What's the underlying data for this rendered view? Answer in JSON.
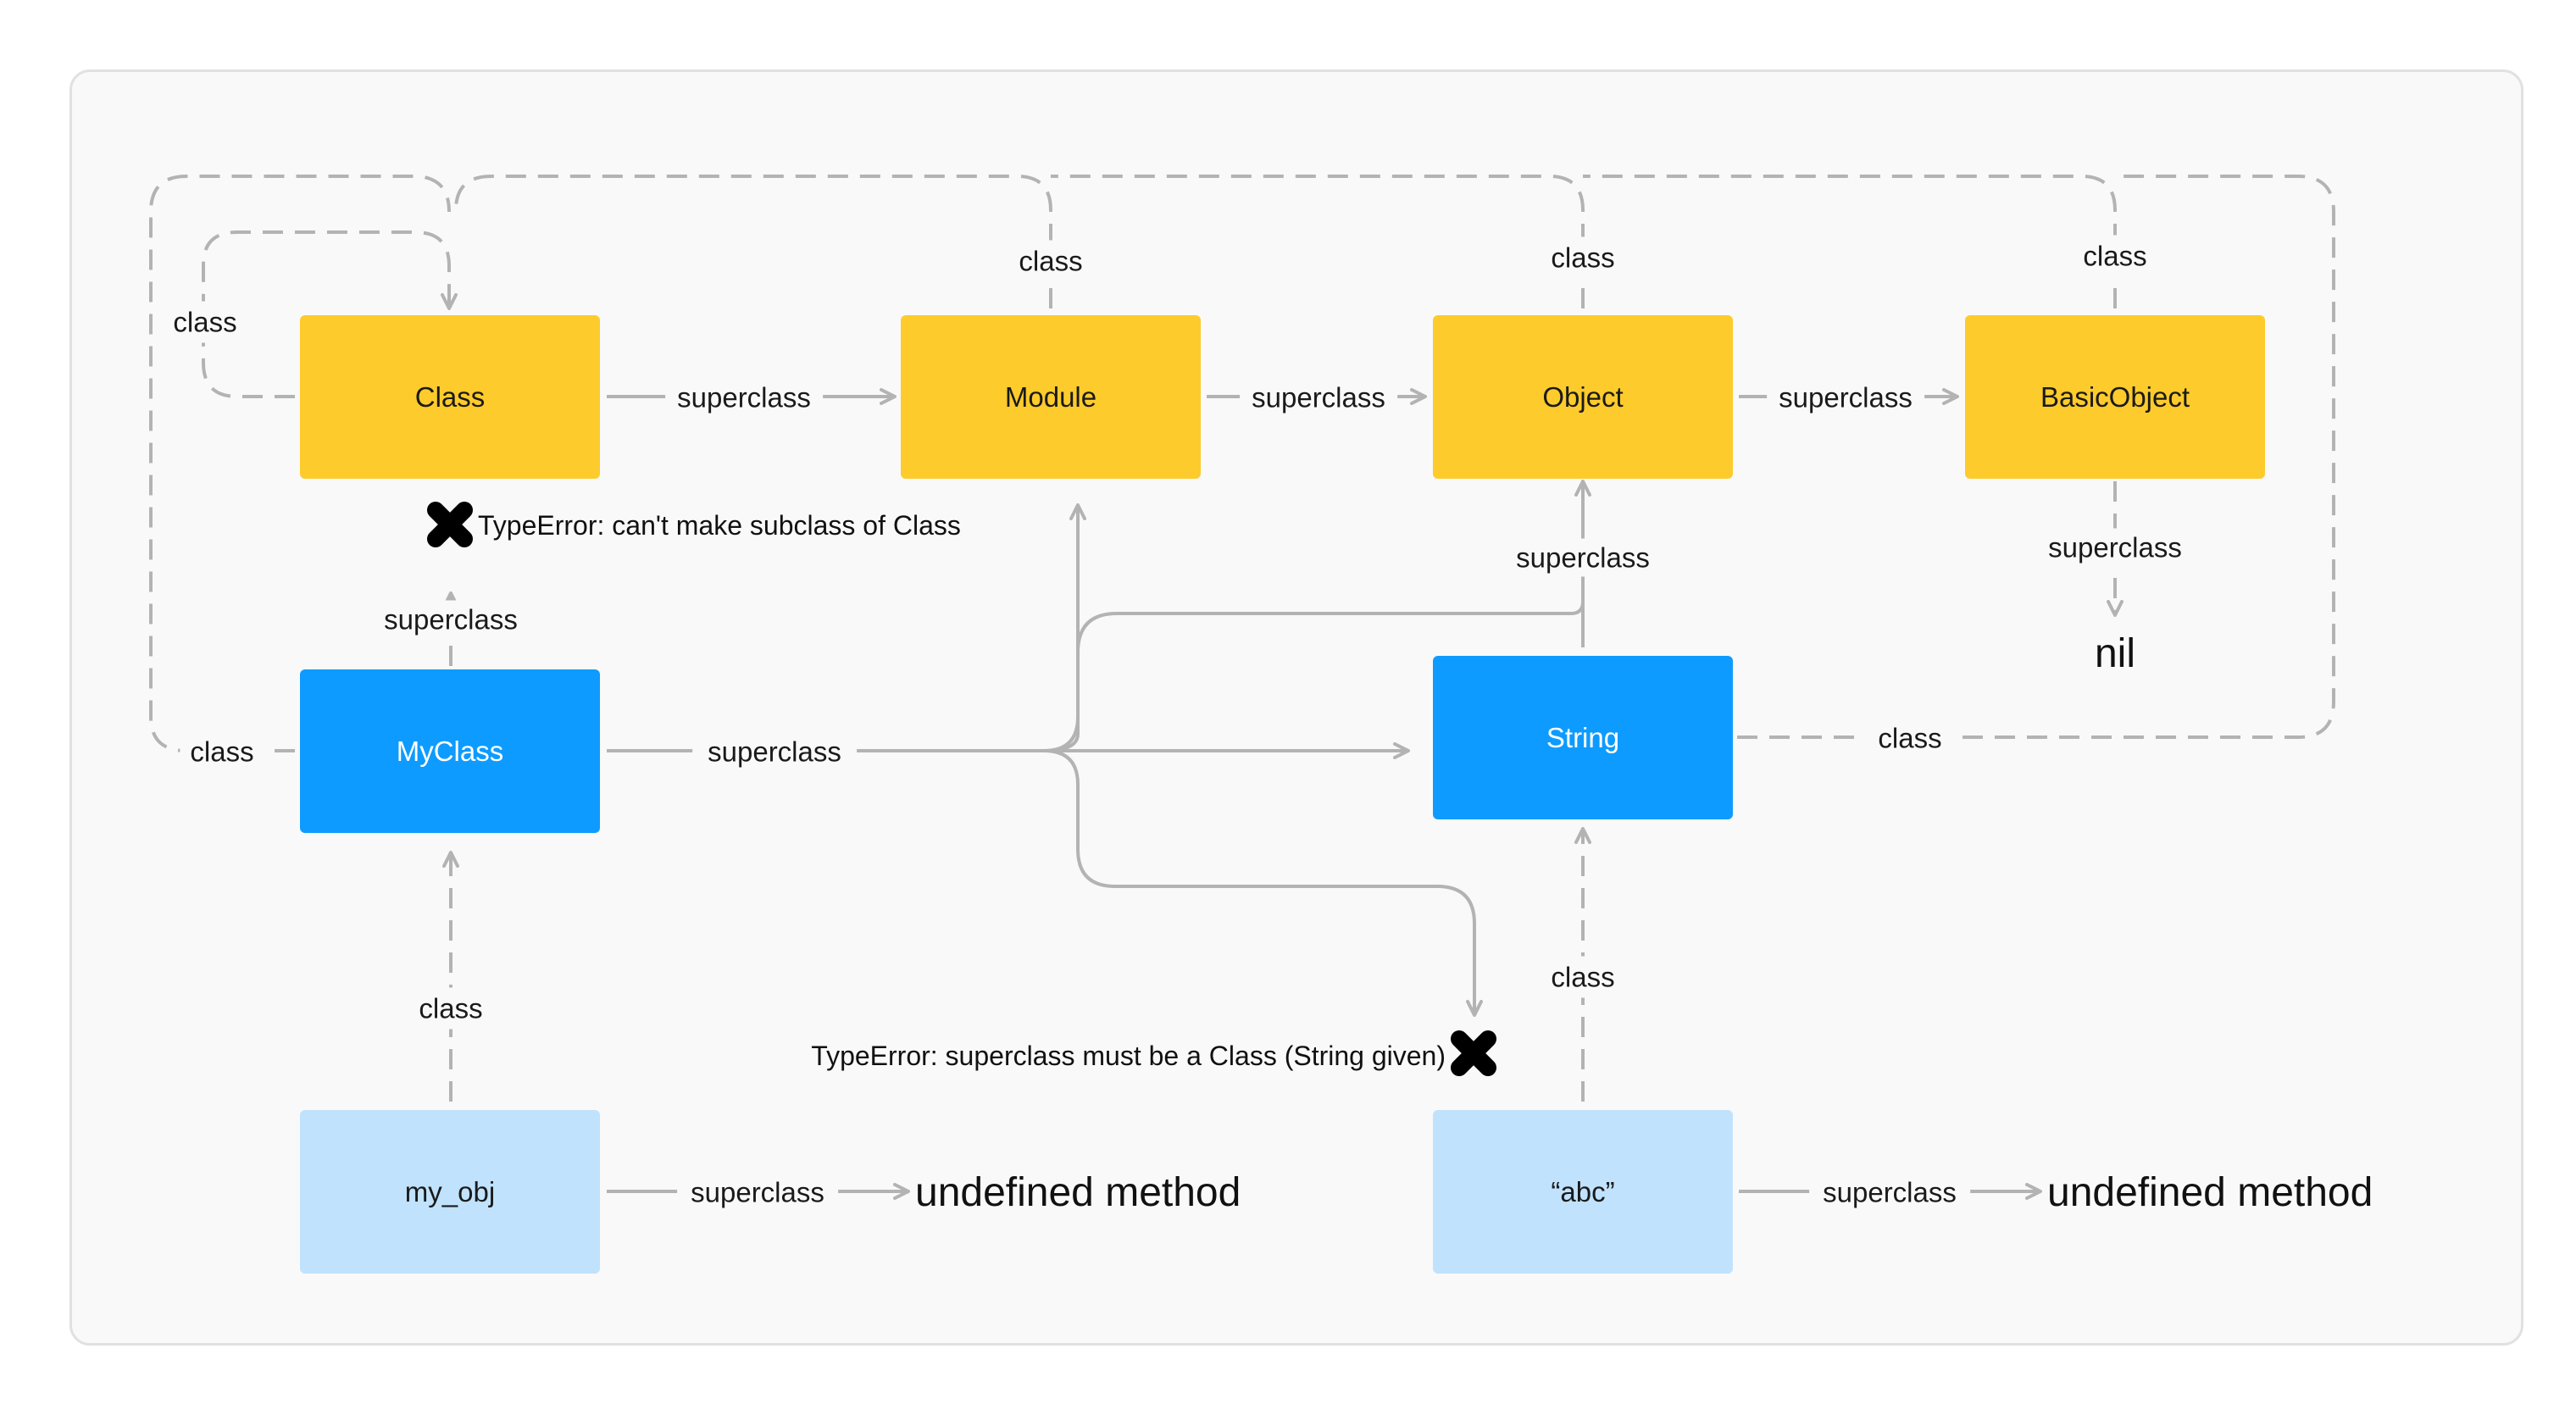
{
  "nodes": {
    "class": "Class",
    "module": "Module",
    "object": "Object",
    "basic_object": "BasicObject",
    "my_class": "MyClass",
    "string": "String",
    "my_obj": "my_obj",
    "abc": "“abc”"
  },
  "edge_labels": {
    "class_superclass": "superclass",
    "module_superclass": "superclass",
    "object_superclass": "superclass",
    "basic_object_superclass": "superclass",
    "string_superclass": "superclass",
    "my_class_to_class_superclass": "superclass",
    "my_class_superclass": "superclass",
    "my_obj_superclass": "superclass",
    "abc_superclass": "superclass",
    "class_self_class": "class",
    "module_class": "class",
    "object_class": "class",
    "basic_object_class": "class",
    "my_class_class": "class",
    "string_class": "class",
    "my_obj_class": "class",
    "abc_class": "class"
  },
  "terminals": {
    "nil": "nil",
    "my_obj_result": "undefined method",
    "abc_result": "undefined method"
  },
  "errors": {
    "subclass_class": "TypeError: can't make subclass of Class",
    "superclass_string": "TypeError: superclass must be a Class (String given)"
  },
  "colors": {
    "core_class": "#fdcb2c",
    "user_class": "#0e9bff",
    "instance": "#c0e2fd",
    "arrow_solid": "#b3b3b3",
    "arrow_dashed": "#b3b3b3",
    "error_mark": "#000000"
  }
}
